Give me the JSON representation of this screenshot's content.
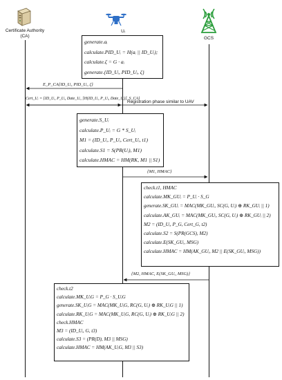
{
  "actors": {
    "ca": {
      "label": "Certificate Authority",
      "sublabel": "(CA)"
    },
    "uav": {
      "label": "Uᵢ"
    },
    "gcs": {
      "label": "GCS"
    }
  },
  "box1": {
    "lines": [
      "generate.aᵢ",
      "calculate.PID_Uᵢ = H(aᵢ || ID_Uᵢ);",
      "calculate.ζ = G · aᵢ",
      "generate.{ID_Uᵢ, PID_Uᵢ, ζ}"
    ]
  },
  "msg1": "E_P_CA{ID_Uᵢ, PID_Uᵢ, ζ}",
  "msg2": "Cert_Uᵢ = {ID_Uᵢ, P_Uᵢ, Date_Uᵢ, [H(ID_Uᵢ, P_Uᵢ, Date_Uᵢ)]_S_CA}",
  "msg_registration": "Registration phase similar to UAV",
  "box2": {
    "lines": [
      "generate.S_Uᵢ",
      "calculate.P_Uᵢ = G * S_Uᵢ",
      "M1 = (ID_Uᵢ, P_Uᵢ, Cert_Uᵢ, t1)",
      "calculate.S1 = S(PR(Uᵢ), M1)",
      "calculate.HMAC = HM(RK, M1 || S1)"
    ]
  },
  "msg3": "{M1, HMAC}",
  "box3": {
    "lines": [
      "check.t1, HMAC",
      "calculate.MK_GUᵢ = P_Uᵢ · S_G",
      "generate.SK_GUᵢ = MAC(MK_GUᵢ, SC(G, Uᵢ) ⊕ RK_GUᵢ || 1)",
      "calculate.AK_GUᵢ = MAC(MK_GUᵢ, SC(G, Uᵢ) ⊕ RK_GUᵢ || 2)",
      "M2 = (ID_Uᵢ, P_G, Cert_G, t2)",
      "calculate.S2 = S(PR(GCS), M2)",
      "calculate.E(SK_GUᵢ, MSG)",
      "calculate.HMAC = HM(AK_GUᵢ, M2 || E(SK_GUᵢ, MSG))"
    ]
  },
  "msg4": "{M2, HMAC, E(SK_GUᵢ, MSG)}",
  "box4": {
    "lines": [
      "check.t2",
      "calculate.MK_UᵢG = P_G · S_UᵢG",
      "generate.SK_UᵢG = MAC(MK_UᵢG, RC(G, Uᵢ) ⊕ RK_UᵢG || 1)",
      "calculate.RK_UᵢG = MAC(MK_UᵢG, RC(G, Uᵢ) ⊕ RK_UᵢG || 2)",
      "check.HMAC",
      "M3 = (ID_Uᵢ, G, t3)",
      "calculate.S3 = (PR(D), M3 || MSG)",
      "calculate.HMAC = HM(AK_UᵢG, M3 || S3)"
    ]
  },
  "colors": {
    "uav": "#2e6fc7",
    "gcs": "#2a9d3b",
    "line": "#111111"
  }
}
